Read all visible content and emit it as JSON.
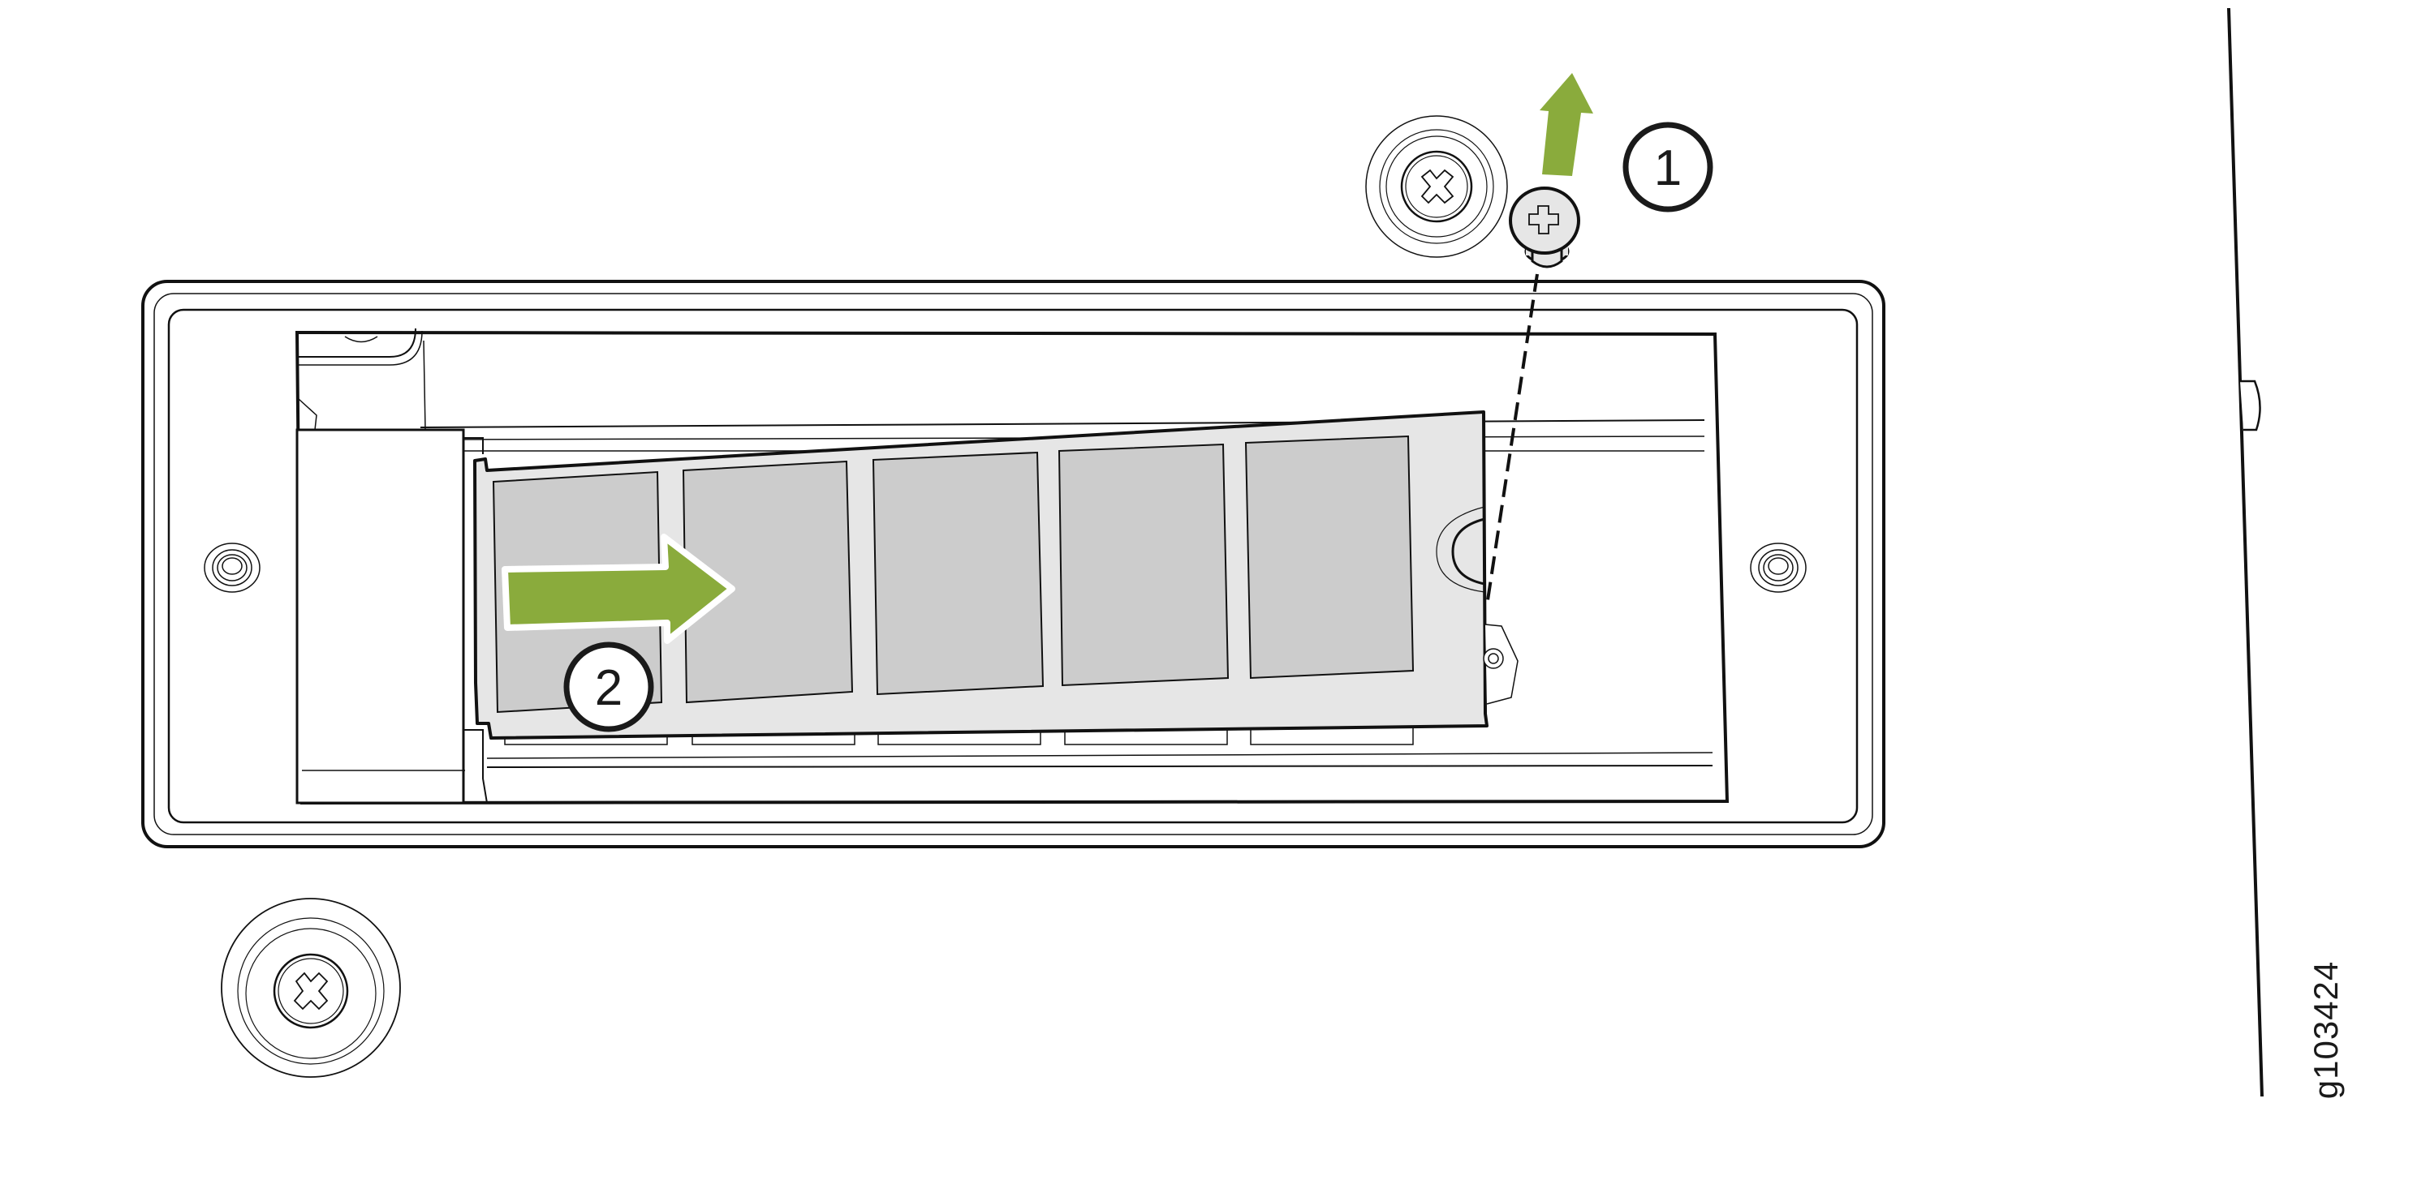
{
  "figure": {
    "id_label": "g103424",
    "description": "Remove screw and slide M.2 SSD module into slot"
  },
  "callouts": [
    {
      "number": "1",
      "action": "Remove screw"
    },
    {
      "number": "2",
      "action": "Slide module into connector"
    }
  ],
  "colors": {
    "arrow_green": "#8aab3c",
    "module_board": "#e6e6e6",
    "chip_gray": "#cccccc",
    "line": "#111111"
  },
  "module": {
    "chip_count": 5
  }
}
